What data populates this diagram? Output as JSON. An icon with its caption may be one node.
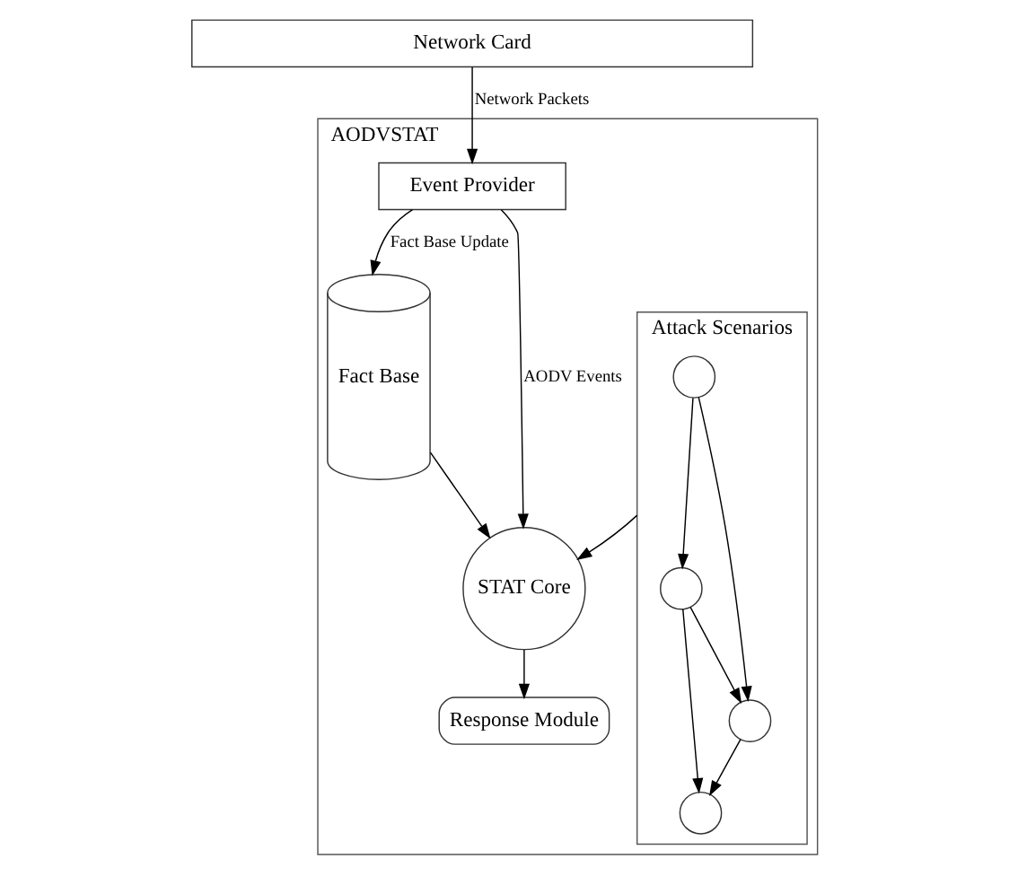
{
  "diagram": {
    "nodes": [
      {
        "text": [
          "AODVSTAT"
        ]
      },
      {
        "text": [
          "Attack Scenarios"
        ],
        "in": 0
      },
      {
        "text": [],
        "shape": "circle",
        "in": 1
      },
      {
        "text": [],
        "shape": "circle",
        "in": 1
      },
      {
        "text": [],
        "shape": "circle",
        "in": 1
      },
      {
        "text": [],
        "shape": "circle",
        "in": 1
      },
      {
        "text": [
          "Fact Base"
        ],
        "in": 0
      },
      {
        "text": [
          "STAT Core"
        ],
        "in": 0
      },
      {
        "text": [
          "Response Module"
        ],
        "in": 0
      },
      {
        "text": [
          "Event Provider"
        ],
        "in": 0
      },
      {
        "text": [
          "Network Card"
        ]
      }
    ],
    "edges": [
      {
        "from": 2,
        "to": 3,
        "arrow": "to"
      },
      {
        "from": 2,
        "to": 4,
        "arrow": "to"
      },
      {
        "from": 3,
        "to": 4,
        "arrow": "to"
      },
      {
        "from": 3,
        "to": 5,
        "arrow": "to"
      },
      {
        "from": 4,
        "to": 5,
        "arrow": "to"
      },
      {
        "from": 6,
        "to": 7,
        "arrow": "to"
      },
      {
        "from": 1,
        "to": 7,
        "arrow": "to"
      },
      {
        "from": 7,
        "to": 8,
        "arrow": "to"
      },
      {
        "from": 9,
        "to": 7,
        "label": "AODV Events",
        "arrow": "to"
      },
      {
        "from": 9,
        "to": 6,
        "label": "Fact Base Update",
        "arrow": "to"
      },
      {
        "from": 10,
        "to": 9,
        "label": "Network Packets",
        "arrow": "to"
      }
    ]
  }
}
